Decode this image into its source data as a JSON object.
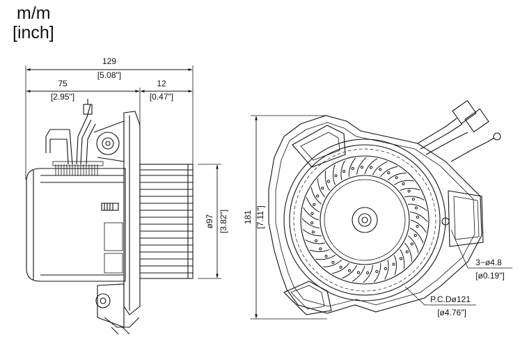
{
  "units": {
    "primary": "m/m",
    "secondary": "[inch]"
  },
  "side_view": {
    "overall_length": {
      "mm": "129",
      "inch": "[5.08\"]"
    },
    "body_length": {
      "mm": "75",
      "inch": "[2.95\"]"
    },
    "flange_offset": {
      "mm": "12",
      "inch": "[0.47\"]"
    },
    "wheel_diameter": {
      "mm": "ø97",
      "inch": "[3.82\"]"
    }
  },
  "front_view": {
    "overall_height": {
      "mm": "181",
      "inch": "[7.11\"]"
    },
    "mounting_holes": {
      "mm": "3−ø4.8",
      "inch": "[ø0.19\"]"
    },
    "pitch_circle": {
      "mm": "P.C.Dø121",
      "inch": "[ø4.76\"]"
    }
  },
  "colors": {
    "line": "#111111",
    "background": "#ffffff"
  }
}
